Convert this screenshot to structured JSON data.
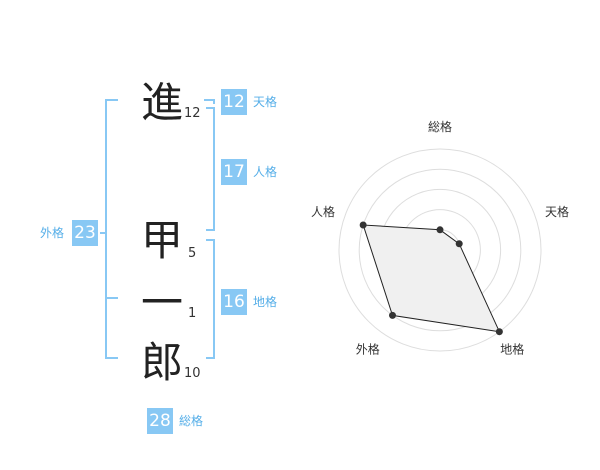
{
  "name": {
    "characters": [
      {
        "char": "進",
        "strokes": "12"
      },
      {
        "char": "甲",
        "strokes": "5"
      },
      {
        "char": "一",
        "strokes": "1"
      },
      {
        "char": "郎",
        "strokes": "10"
      }
    ]
  },
  "fortunes": {
    "tenkaku": {
      "label": "天格",
      "value": "12"
    },
    "jinkaku": {
      "label": "人格",
      "value": "17"
    },
    "chikaku": {
      "label": "地格",
      "value": "16"
    },
    "gaikaku": {
      "label": "外格",
      "value": "23"
    },
    "soukaku": {
      "label": "総格",
      "value": "28"
    }
  },
  "chart_data": {
    "type": "radar",
    "axes": [
      "総格",
      "天格",
      "地格",
      "外格",
      "人格"
    ],
    "values": [
      1,
      1,
      5,
      4,
      4
    ],
    "max": 5,
    "rings": 5,
    "colors": {
      "fill": "#f0f0f0",
      "line": "#222222",
      "grid": "#dddddd",
      "point": "#333333"
    }
  },
  "colors": {
    "badge": "#88c8f4",
    "bracket": "#88c8f4",
    "label": "#55aee8"
  }
}
